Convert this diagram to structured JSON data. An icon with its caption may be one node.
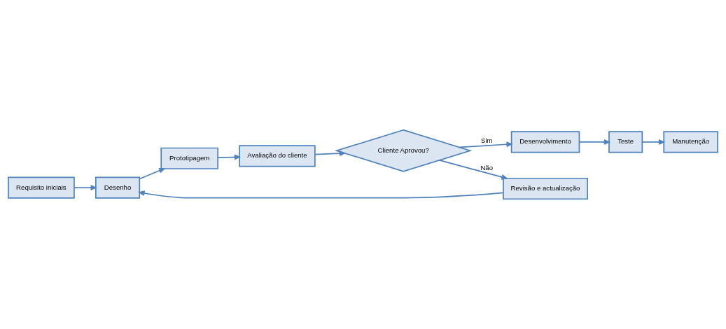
{
  "diagram": {
    "nodes": [
      {
        "text": [
          "Requisito iniciais"
        ]
      },
      {
        "text": [
          "Desenho"
        ]
      },
      {
        "text": [
          "Prototipagem"
        ]
      },
      {
        "text": [
          "Avaliação do cliente"
        ]
      },
      {
        "text": [
          "Cliente Aprovou?"
        ]
      },
      {
        "text": [
          "Revisão e actualização"
        ]
      },
      {
        "text": [
          "Desenvolvimento"
        ]
      },
      {
        "text": [
          "Teste"
        ]
      },
      {
        "text": [
          "Manutenção"
        ]
      }
    ],
    "edges": [
      {
        "from": 0,
        "to": 1,
        "arrow": "to"
      },
      {
        "from": 1,
        "to": 2,
        "arrow": "to"
      },
      {
        "from": 2,
        "to": 3,
        "arrow": "to"
      },
      {
        "from": 3,
        "to": 4,
        "arrow": "to"
      },
      {
        "from": 4,
        "to": 5,
        "arrow": "to",
        "label": "Não"
      },
      {
        "from": 5,
        "to": 1,
        "arrow": "to"
      },
      {
        "from": 4,
        "to": 6,
        "arrow": "to",
        "label": "Sim"
      },
      {
        "from": 6,
        "to": 7,
        "arrow": "to"
      },
      {
        "from": 7,
        "to": 8,
        "arrow": "to"
      }
    ]
  }
}
